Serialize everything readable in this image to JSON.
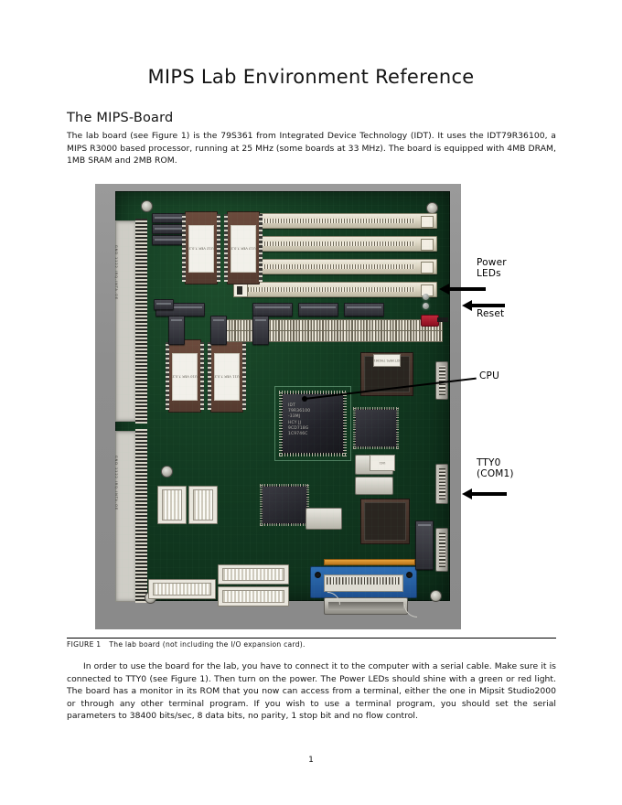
{
  "document": {
    "title": "MIPS Lab Environment Reference",
    "page_number": "1"
  },
  "section": {
    "heading": "The MIPS-Board",
    "intro": "The lab board (see Figure 1) is the 79S361 from Integrated Device Technology (IDT). It uses the IDT79R36100, a MIPS R3000 based processor, running at 25 MHz (some boards at 33 MHz). The board is equipped with 4MB DRAM, 1MB SRAM and 2MB ROM."
  },
  "figure": {
    "caption_number": "FIGURE 1",
    "caption_text": "The lab board (not including the I/O expansion card).",
    "annotations": [
      {
        "id": "power-leds",
        "label": "Power\nLEDs",
        "line1": "Power",
        "line2": "LEDs"
      },
      {
        "id": "reset",
        "label": "Reset",
        "line1": "Reset",
        "line2": ""
      },
      {
        "id": "cpu",
        "label": "CPU",
        "line1": "CPU",
        "line2": ""
      },
      {
        "id": "tty0",
        "label": "TTY0 (COM1)",
        "line1": "TTY0",
        "line2": "(COM1)"
      }
    ],
    "board_markings": {
      "cpu_chip": "IDT\n79R36100\n-33MJ\nHCY  JJ\n9CD718G\n1C9746C",
      "cpu_line1": "IDT",
      "cpu_line2": "79R36100",
      "cpu_line3": "-33MJ",
      "cpu_line4": "HCY  JJ",
      "cpu_line5": "9CD718G",
      "cpu_line6": "1C9746C",
      "eprom_u12_line1": "S361  B0",
      "eprom_u12_line2": "U12 VER 7.0.2",
      "eprom_u13_line1": "S361  B1",
      "eprom_u13_line2": "U13 VER 7.0.2",
      "eprom_u10_line1": "S361  B2",
      "eprom_u10_line2": "U10 VER 7.0.2",
      "eprom_u11_line1": "S361  B3",
      "eprom_u11_line2": "U11 VER 7.0.2",
      "edge_conn_top": "GND  1122  IRQ-INTA-OE",
      "edge_conn_bottom": "GND  1122  IRQ-INTA-OE",
      "sticker_u41": "U41",
      "sticker_rom": "IDT\nMIPS\n79S361"
    }
  },
  "body": {
    "paragraph": "In order to use the board for the lab, you have to connect it to the computer with a serial cable. Make sure it is connected to TTY0 (see Figure 1). Then turn on the power. The Power LEDs should shine with a green or red light. The board has a monitor in its ROM that you now can access from a terminal, either the one in Mipsit Studio2000 or through any other terminal program. If you wish to use a terminal program, you should set the serial parameters to 38400 bits/sec, 8 data bits, no parity, 1 stop bit and no flow control."
  },
  "colors": {
    "pcb_green": "#123a21",
    "reset_red": "#b01f33",
    "scsi_blue": "#2f6fb5",
    "photo_background": "#8c8c8c",
    "text": "#111111"
  }
}
